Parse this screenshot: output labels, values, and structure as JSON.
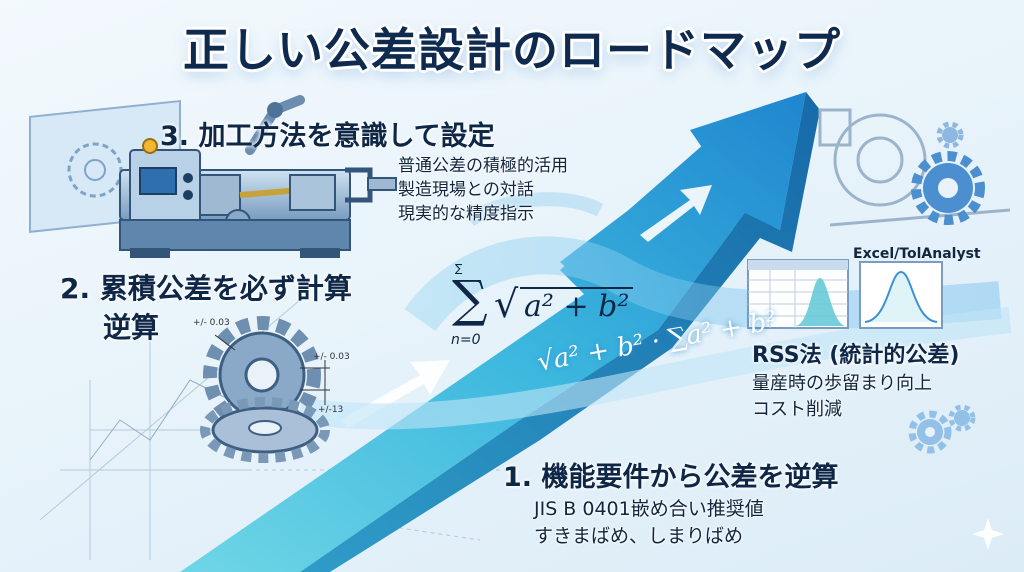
{
  "title": "正しい公差設計のロードマップ",
  "step3": {
    "heading": "3. 加工方法を意識して設定",
    "lines": [
      "普通公差の積極的活用",
      "製造現場との対話",
      "現実的な精度指示"
    ]
  },
  "step2": {
    "heading_line1": "2. 累積公差を必ず計算",
    "heading_line2": "逆算",
    "tolerances": [
      "+/- 0.03",
      "+/- 0.03",
      "+/-13"
    ]
  },
  "step1": {
    "heading": "1. 機能要件から公差を逆算",
    "lines": [
      "JIS B 0401嵌め合い推奨値",
      "すきまばめ、しまりばめ"
    ]
  },
  "rss": {
    "tool_label": "Excel/TolAnalyst",
    "heading": "RSS法 (統計的公差)",
    "lines": [
      "量産時の歩留まり向上",
      "コスト削減"
    ]
  },
  "formula": {
    "sum_symbol": "∑",
    "sum_top": "∑",
    "sum_bottom": "n=0",
    "radicand": "a² + b²",
    "stream_text": "√a² + b² · ∑a² + b²"
  },
  "colors": {
    "title": "#0e2a4f",
    "arrow_light": "#5fd3e6",
    "arrow_dark": "#1f7fc4",
    "accent": "#3f8fd8"
  }
}
